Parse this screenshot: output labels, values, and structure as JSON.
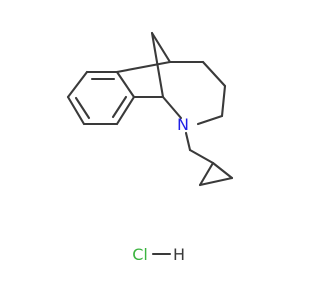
{
  "molecule": {
    "atoms": {
      "nitrogen": "N",
      "salt": "Cl",
      "hydrogen": "H"
    }
  },
  "colors": {
    "bond": "#3a3a3a",
    "nitrogen": "#1f1fe6",
    "chlorine": "#3cb440",
    "hydrogen": "#3a3a3a",
    "background": "#ffffff"
  }
}
